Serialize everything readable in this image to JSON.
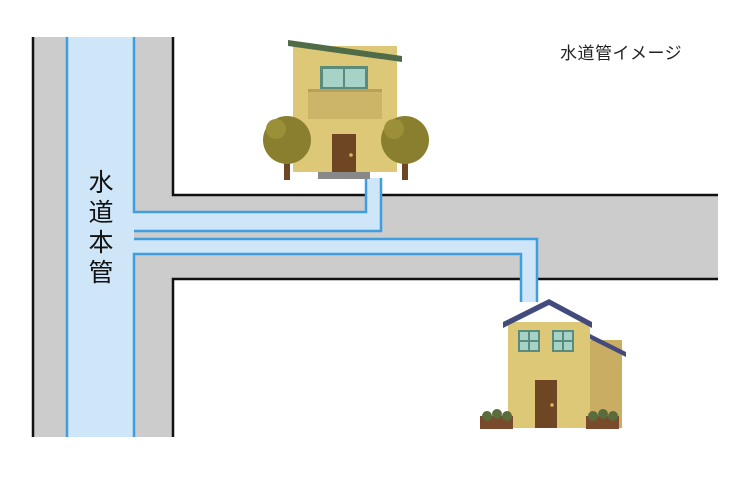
{
  "caption": "水道管イメージ",
  "main_pipe_label": [
    "水",
    "道",
    "本",
    "管"
  ],
  "colors": {
    "road": "#cccccc",
    "road_edge": "#111111",
    "pipe_fill": "#cfe6f8",
    "pipe_edge": "#3f9ee0",
    "house_wall": "#ddc878",
    "roof_green": "#4f6b47",
    "roof_blue": "#434b7c",
    "door": "#6e4624",
    "tree": "#8a7f2f"
  },
  "icons": [
    "house-icon",
    "tree-icon",
    "hedge-icon"
  ]
}
